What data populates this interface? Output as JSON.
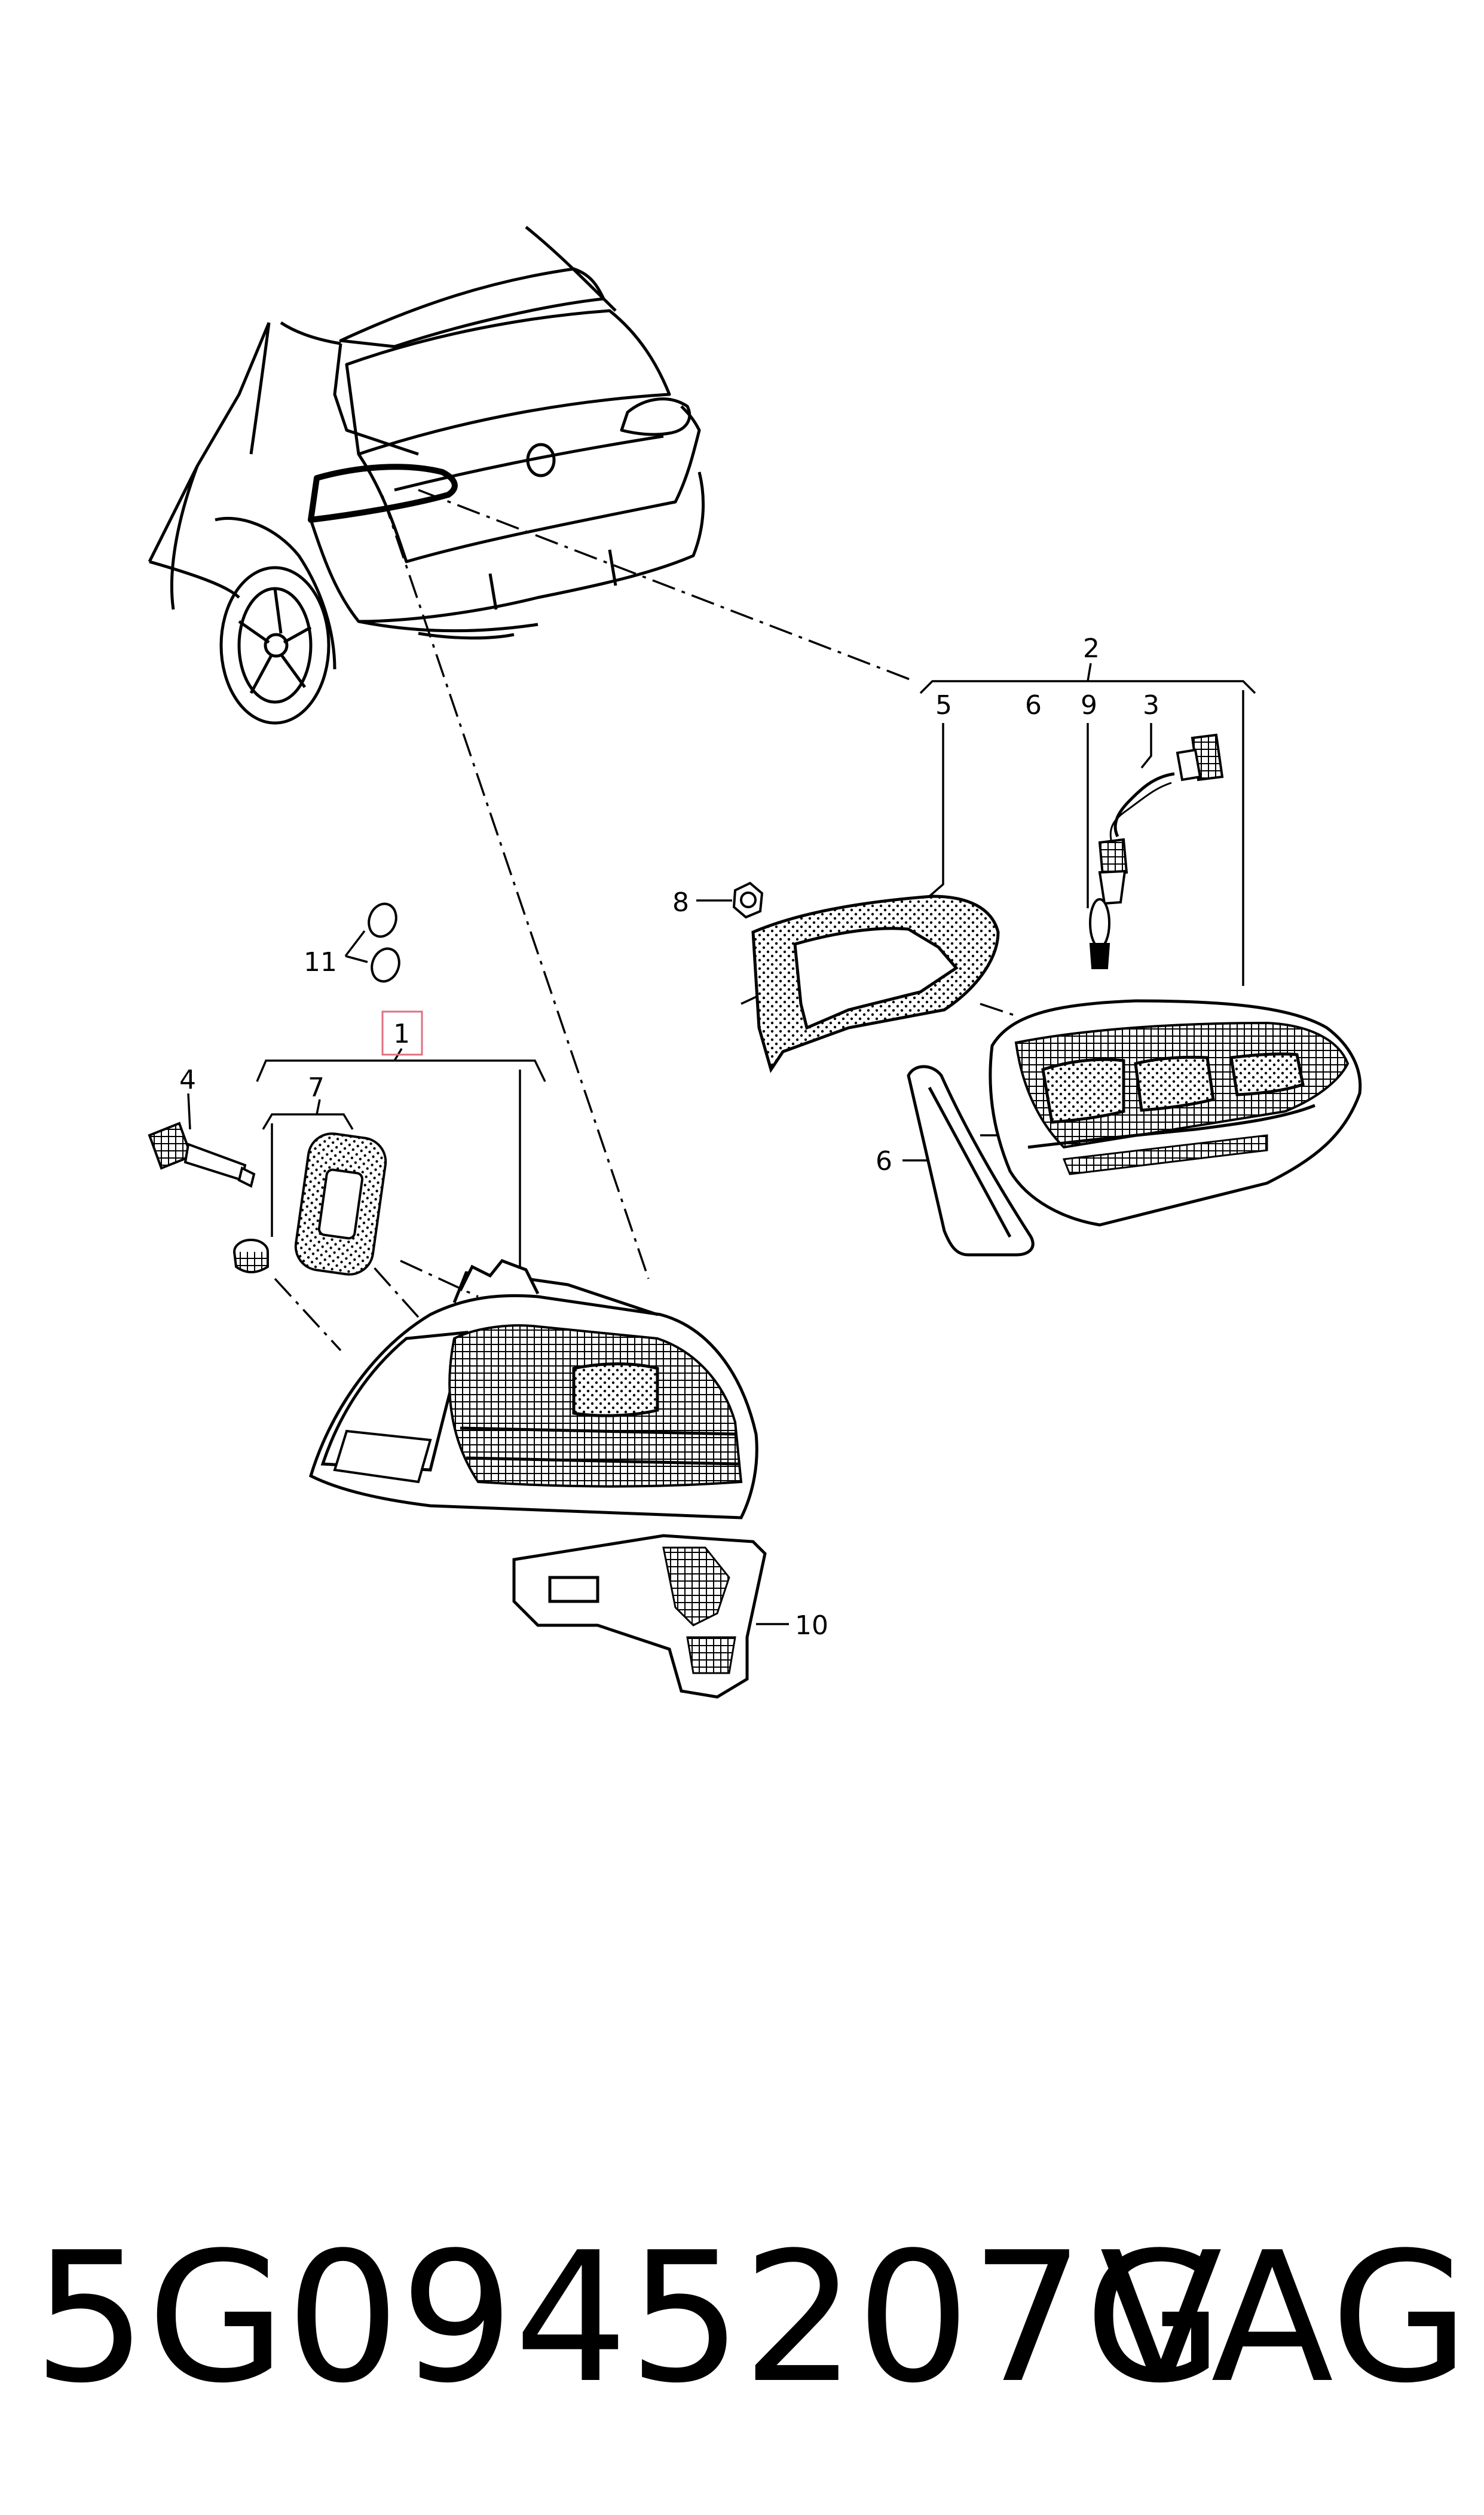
{
  "callouts": {
    "c1": "1",
    "c2": "2",
    "c3": "3",
    "c4": "4",
    "c5": "5",
    "c6a": "6",
    "c6b": "6",
    "c7": "7",
    "c8": "8",
    "c9": "9",
    "c10": "10",
    "c11": "11"
  },
  "highlight_color": "#e07080",
  "footer": {
    "part_number": "5G0945207G",
    "brand": "VAG"
  }
}
